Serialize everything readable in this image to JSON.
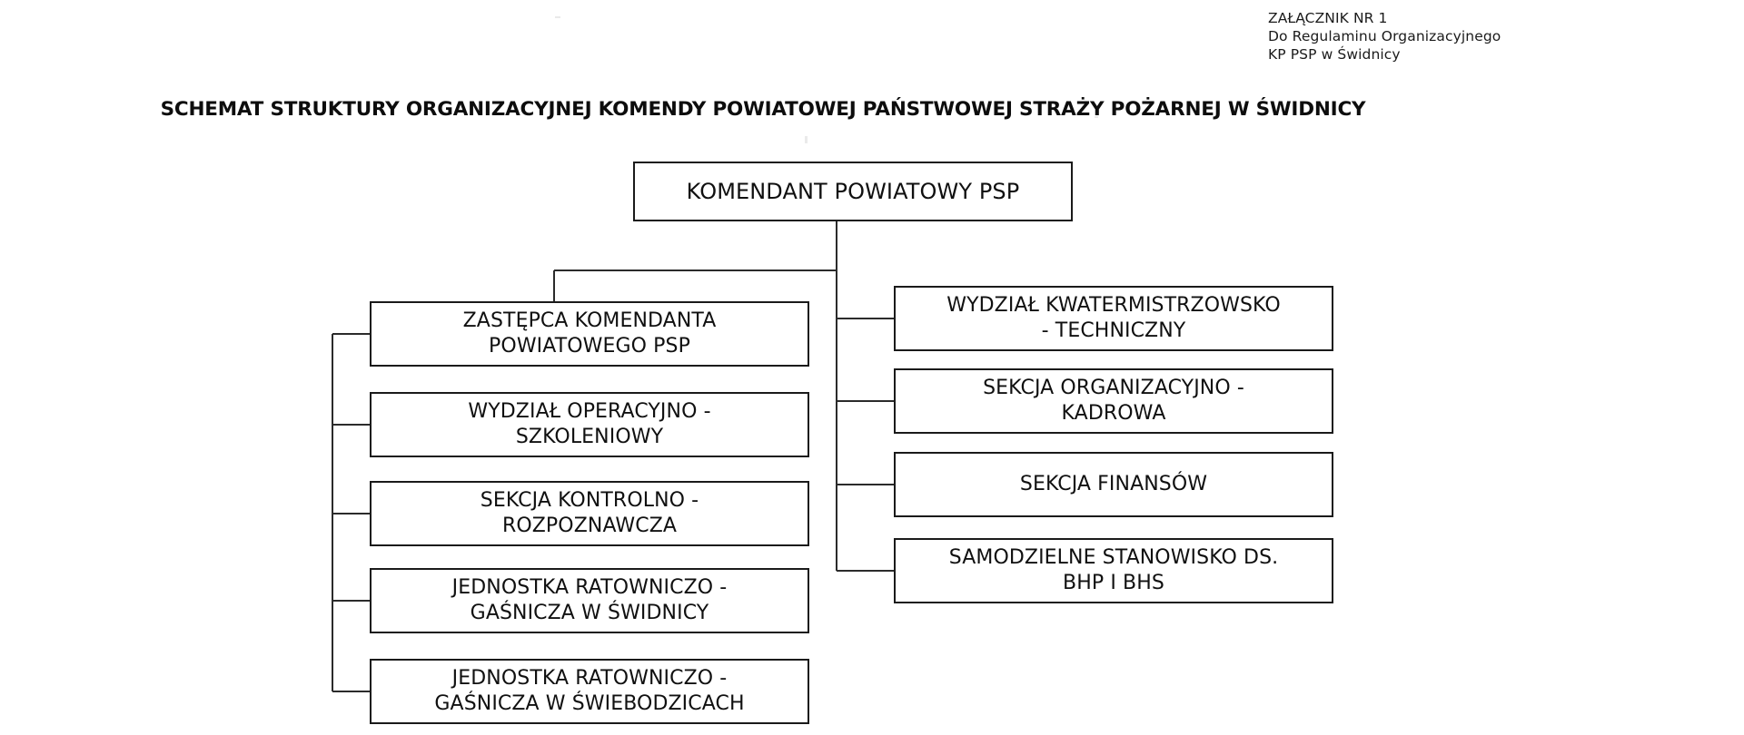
{
  "document_header": {
    "line1": "ZAŁĄCZNIK NR 1",
    "line2": "Do Regulaminu Organizacyjnego",
    "line3": "KP PSP w Świdnicy"
  },
  "title": "SCHEMAT STRUKTURY ORGANIZACYJNEJ KOMENDY POWIATOWEJ PAŃSTWOWEJ STRAŻY POŻARNEJ W ŚWIDNICY",
  "colors": {
    "box_border": "#1a1a1a",
    "box_fill": "#ffffff",
    "text": "#101010",
    "connector": "#2b2b2b",
    "page_background": "#ffffff"
  },
  "org_chart": {
    "root": {
      "id": "komendant-powiatowy-psp",
      "label": "KOMENDANT POWIATOWY PSP"
    },
    "left_branch": [
      {
        "id": "zastepca-komendanta-powiatowego-psp",
        "label": "ZASTĘPCA KOMENDANTA\nPOWIATOWEGO PSP"
      },
      {
        "id": "wydzial-operacyjno-szkoleniowy",
        "label": "WYDZIAŁ OPERACYJNO -\nSZKOLENIOWY"
      },
      {
        "id": "sekcja-kontrolno-rozpoznawcza",
        "label": "SEKCJA KONTROLNO -\nROZPOZNAWCZA"
      },
      {
        "id": "jrg-swidnica",
        "label": "JEDNOSTKA RATOWNICZO -\nGAŚNICZA W ŚWIDNICY"
      },
      {
        "id": "jrg-swiebodzice",
        "label": "JEDNOSTKA RATOWNICZO -\nGAŚNICZA W ŚWIEBODZICACH"
      }
    ],
    "right_branch": [
      {
        "id": "wydzial-kwatermistrzowsko-techniczny",
        "label": "WYDZIAŁ KWATERMISTRZOWSKO\n- TECHNICZNY"
      },
      {
        "id": "sekcja-organizacyjno-kadrowa",
        "label": "SEKCJA ORGANIZACYJNO -\nKADROWA"
      },
      {
        "id": "sekcja-finansow",
        "label": "SEKCJA FINANSÓW"
      },
      {
        "id": "samodzielne-stanowisko-bhp-i-bhs",
        "label": "SAMODZIELNE STANOWISKO DS.\nBHP I BHS"
      }
    ]
  }
}
